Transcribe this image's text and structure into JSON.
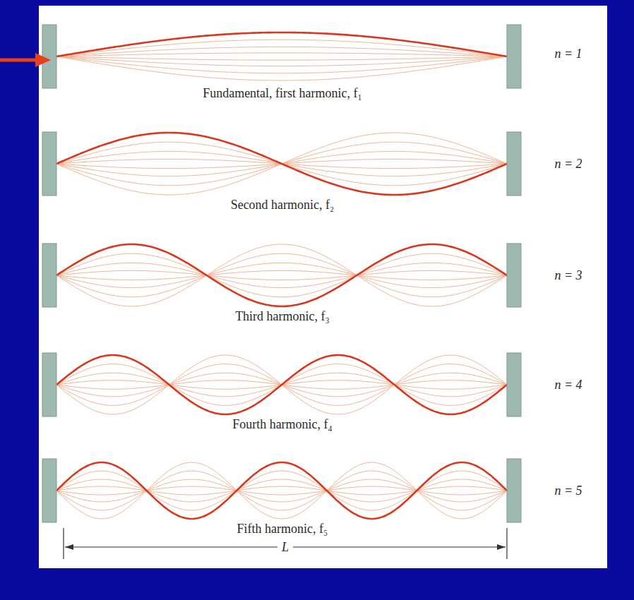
{
  "diagram": {
    "labels": [
      "n = 1",
      "Fundamental, first harmonic, f₁",
      "n = 2",
      "Second harmonic, f₂",
      "n = 3",
      "Third harmonic, f₃",
      "n = 4",
      "Fourth harmonic, f₄",
      "n = 5",
      "Fifth harmonic, f₅",
      "L"
    ]
  }
}
